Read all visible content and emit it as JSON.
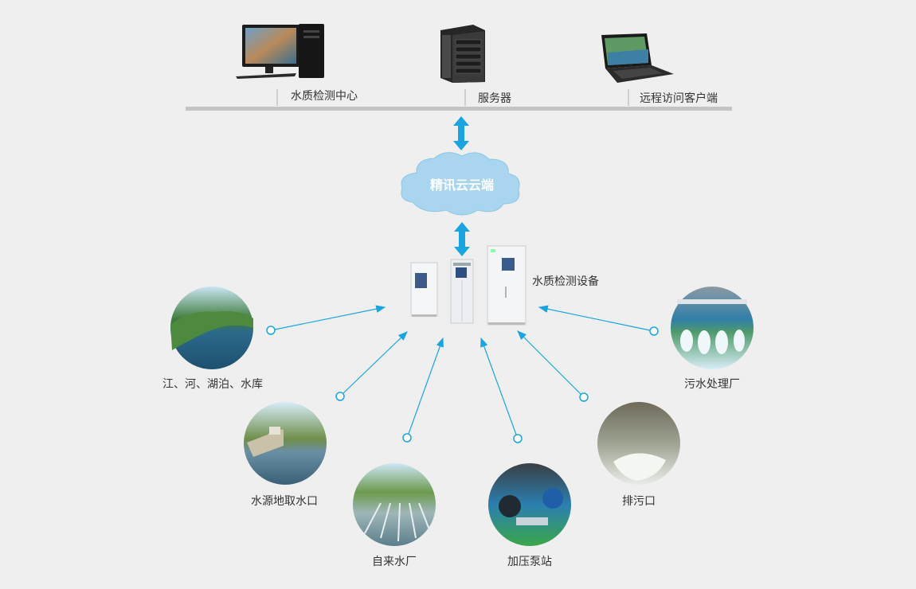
{
  "top": {
    "items": [
      {
        "label": "水质检测中心",
        "icon": "desktop-computer-icon"
      },
      {
        "label": "服务器",
        "icon": "server-tower-icon"
      },
      {
        "label": "远程访问客户端",
        "icon": "laptop-icon"
      }
    ]
  },
  "cloud": {
    "label": "精讯云云端"
  },
  "device": {
    "label": "水质检测设备"
  },
  "sources": [
    {
      "label": "江、河、湖泊、水库"
    },
    {
      "label": "水源地取水口"
    },
    {
      "label": "自来水厂"
    },
    {
      "label": "加压泵站"
    },
    {
      "label": "排污口"
    },
    {
      "label": "污水处理厂"
    }
  ],
  "colors": {
    "accent": "#1aa5e0",
    "cloud": "#a9d6ee",
    "background": "#efefef"
  }
}
